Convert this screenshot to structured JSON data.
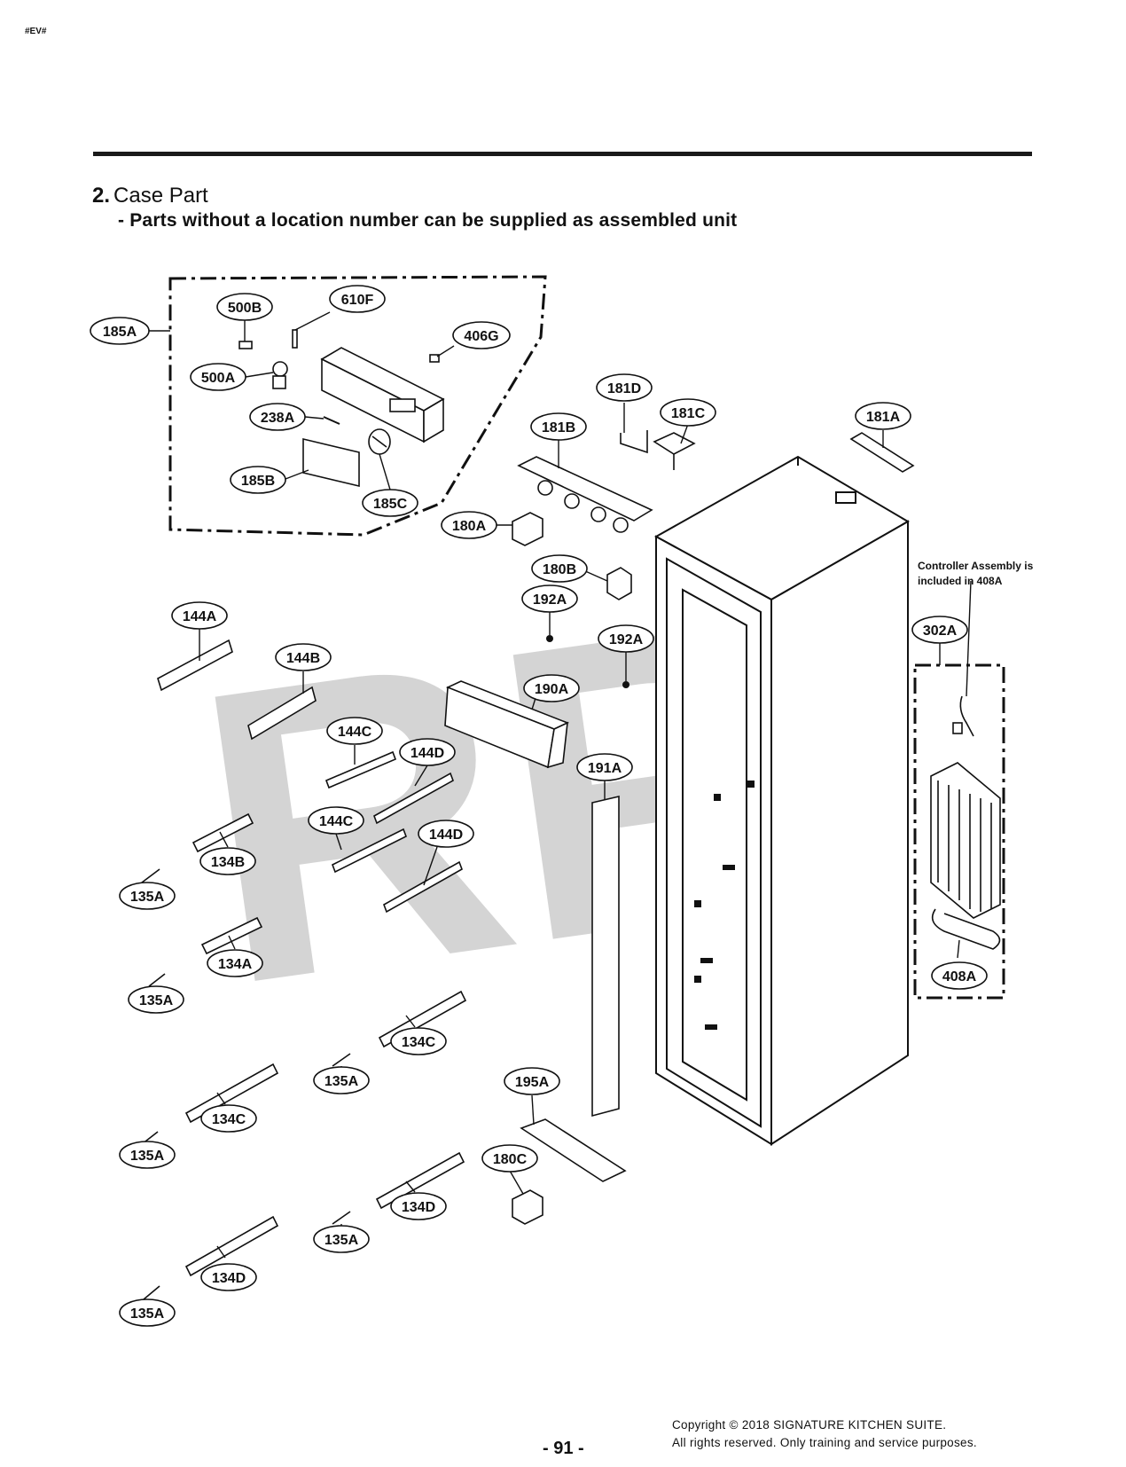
{
  "header_tag": "#EV#",
  "section": {
    "number": "2.",
    "title": "Case Part",
    "subtitle": "- Parts without a location number can be supplied as assembled unit"
  },
  "watermark": "RPI",
  "note": {
    "line1": "Controller Assembly is",
    "line2": "included in 408A"
  },
  "labels": {
    "l185A": "185A",
    "l500B": "500B",
    "l610F": "610F",
    "l406G": "406G",
    "l500A": "500A",
    "l238A": "238A",
    "l185B": "185B",
    "l185C": "185C",
    "l181D": "181D",
    "l181C": "181C",
    "l181B": "181B",
    "l181A": "181A",
    "l180A": "180A",
    "l180B": "180B",
    "l192A_1": "192A",
    "l192A_2": "192A",
    "l144A": "144A",
    "l144B": "144B",
    "l190A": "190A",
    "l144C_1": "144C",
    "l144D_1": "144D",
    "l191A": "191A",
    "l144C_2": "144C",
    "l144D_2": "144D",
    "l134B": "134B",
    "l135A_1": "135A",
    "l134A": "134A",
    "l135A_2": "135A",
    "l134C_1": "134C",
    "l135A_3": "135A",
    "l134C_2": "134C",
    "l135A_4": "135A",
    "l195A": "195A",
    "l180C": "180C",
    "l134D_1": "134D",
    "l135A_5": "135A",
    "l134D_2": "134D",
    "l135A_6": "135A",
    "l302A": "302A",
    "l408A": "408A"
  },
  "footer": {
    "page": "- 91 -",
    "copyright_line1": "Copyright © 2018 SIGNATURE KITCHEN SUITE.",
    "copyright_line2": "All rights reserved. Only training and service purposes."
  }
}
